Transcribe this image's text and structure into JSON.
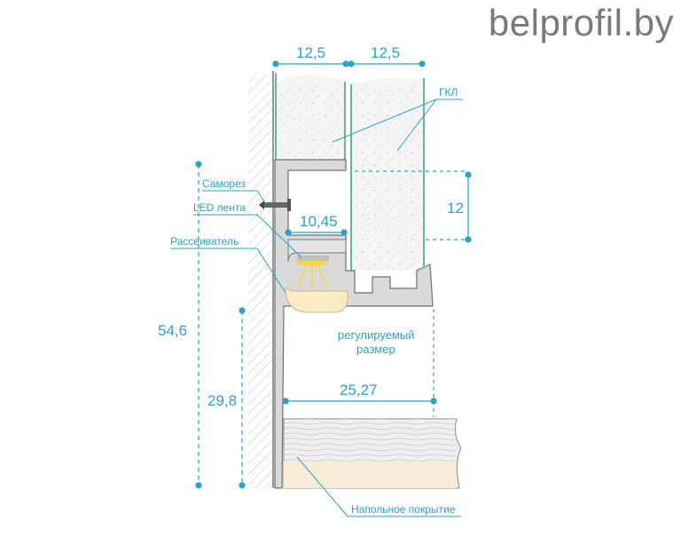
{
  "brand": "belprofil.by",
  "dimensions": {
    "gkl_thickness_1": "12,5",
    "gkl_thickness_2": "12,5",
    "profile_inner": "10,45",
    "gkl_insert": "12",
    "total_height": "54,6",
    "lower_height": "29,8",
    "bottom_width": "25,27"
  },
  "labels": {
    "gkl": "ГКЛ",
    "screw": "Саморез",
    "led": "LED лента",
    "diffuser": "Рассеиватель",
    "adjustable_line1": "регулируемый",
    "adjustable_line2": "размер",
    "floor": "Напольное покрытие"
  },
  "colors": {
    "accent": "#29a3c8",
    "profile": "#d9d9d9",
    "gkl_fill": "#f2f2f2",
    "gkl_edge": "#3aa27a",
    "led_glow": "#f4d54a"
  }
}
